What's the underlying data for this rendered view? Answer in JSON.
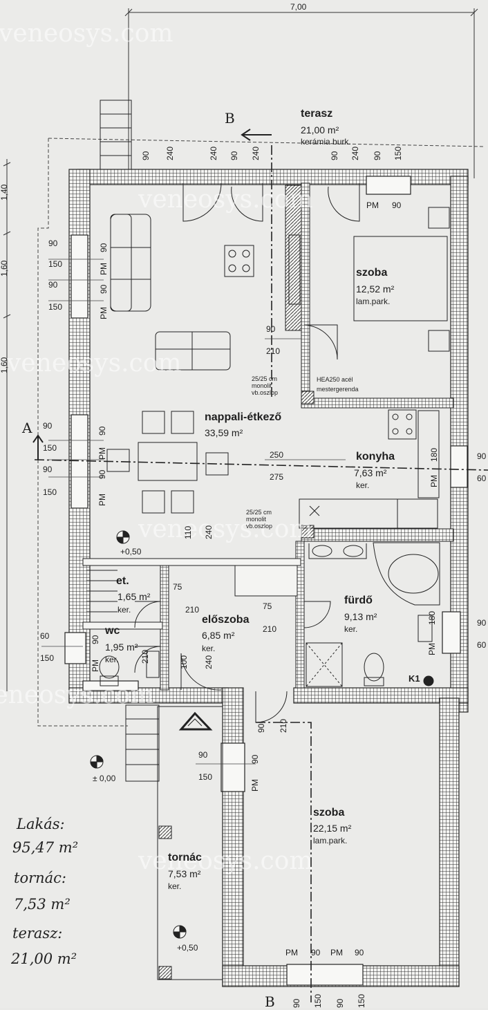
{
  "watermark": "veneosys.com",
  "overall_width": "7,00",
  "section_marks": {
    "a": "A",
    "b_top": "B",
    "b_bottom": "B"
  },
  "rooms": {
    "terasz": {
      "name": "terasz",
      "area": "21,00 m²",
      "finish": "kerámia burk."
    },
    "szoba_top": {
      "name": "szoba",
      "area": "12,52 m²",
      "finish": "lam.park."
    },
    "nappali": {
      "name": "nappali-étkező",
      "area": "33,59 m²"
    },
    "konyha": {
      "name": "konyha",
      "area": "7,63 m²",
      "finish": "ker."
    },
    "et": {
      "name": "et.",
      "area": "1,65 m²",
      "finish": "ker."
    },
    "wc": {
      "name": "wc",
      "area": "1,95 m²",
      "finish": "ker."
    },
    "eloszoba": {
      "name": "előszoba",
      "area": "6,85 m²",
      "finish": "ker."
    },
    "furdo": {
      "name": "fürdő",
      "area": "9,13 m²",
      "finish": "ker."
    },
    "szoba_bottom": {
      "name": "szoba",
      "area": "22,15 m²",
      "finish": "lam.park."
    },
    "tornac": {
      "name": "tornác",
      "area": "7,53 m²",
      "finish": "ker."
    }
  },
  "levels": {
    "main": "+0,50",
    "ground": "± 0,00",
    "porch": "+0,50"
  },
  "notes": {
    "column1": [
      "25/25 cm",
      "monolit",
      "vb.oszlop"
    ],
    "column2": [
      "25/25 cm",
      "monolit",
      "vb.oszlop"
    ],
    "beam": [
      "HEA250 acél",
      "mestergerenda"
    ],
    "k1": "K1"
  },
  "dims": {
    "top": [
      "90",
      "240",
      "240",
      "90",
      "240",
      "90",
      "240",
      "90",
      "150"
    ],
    "left1": [
      "90",
      "150",
      "90",
      "150"
    ],
    "left1_v": [
      "90",
      "PM",
      "90",
      "PM"
    ],
    "left2": [
      "90",
      "150",
      "90",
      "150"
    ],
    "left2_v": [
      "90",
      "PM",
      "90",
      "PM"
    ],
    "left_wc": [
      "60",
      "150"
    ],
    "left_wc_v": [
      "90",
      "PM"
    ],
    "door_szoba": [
      "90",
      "210"
    ],
    "door_kitchen": [
      "250",
      "275"
    ],
    "konyha_v": [
      "180",
      "PM"
    ],
    "right_konyha": [
      "90",
      "60"
    ],
    "right_furdo": [
      "90",
      "60"
    ],
    "furdo_v": [
      "180",
      "PM"
    ],
    "pm_top": [
      "PM",
      "90"
    ],
    "et_door": [
      "75",
      "210"
    ],
    "elo_door": [
      "75",
      "210"
    ],
    "elo_v": [
      "110",
      "240"
    ],
    "entrance_v": [
      "100",
      "240"
    ],
    "szoba_door": [
      "90",
      "210"
    ],
    "wc_door": [
      "210"
    ],
    "szoba_left": [
      "90",
      "150"
    ],
    "szoba_left_v": [
      "90",
      "PM"
    ],
    "bottom_pm": [
      "PM",
      "90",
      "PM",
      "90"
    ],
    "bottom_v": [
      "90",
      "150",
      "90",
      "150"
    ],
    "left_axis": [
      "1,40",
      "1,60",
      "1,60"
    ]
  },
  "summary": {
    "label1": "Lakás:",
    "value1": "95,47 m²",
    "label2": "tornác:",
    "value2": "7,53 m²",
    "label3": "terasz:",
    "value3": "21,00 m²"
  }
}
